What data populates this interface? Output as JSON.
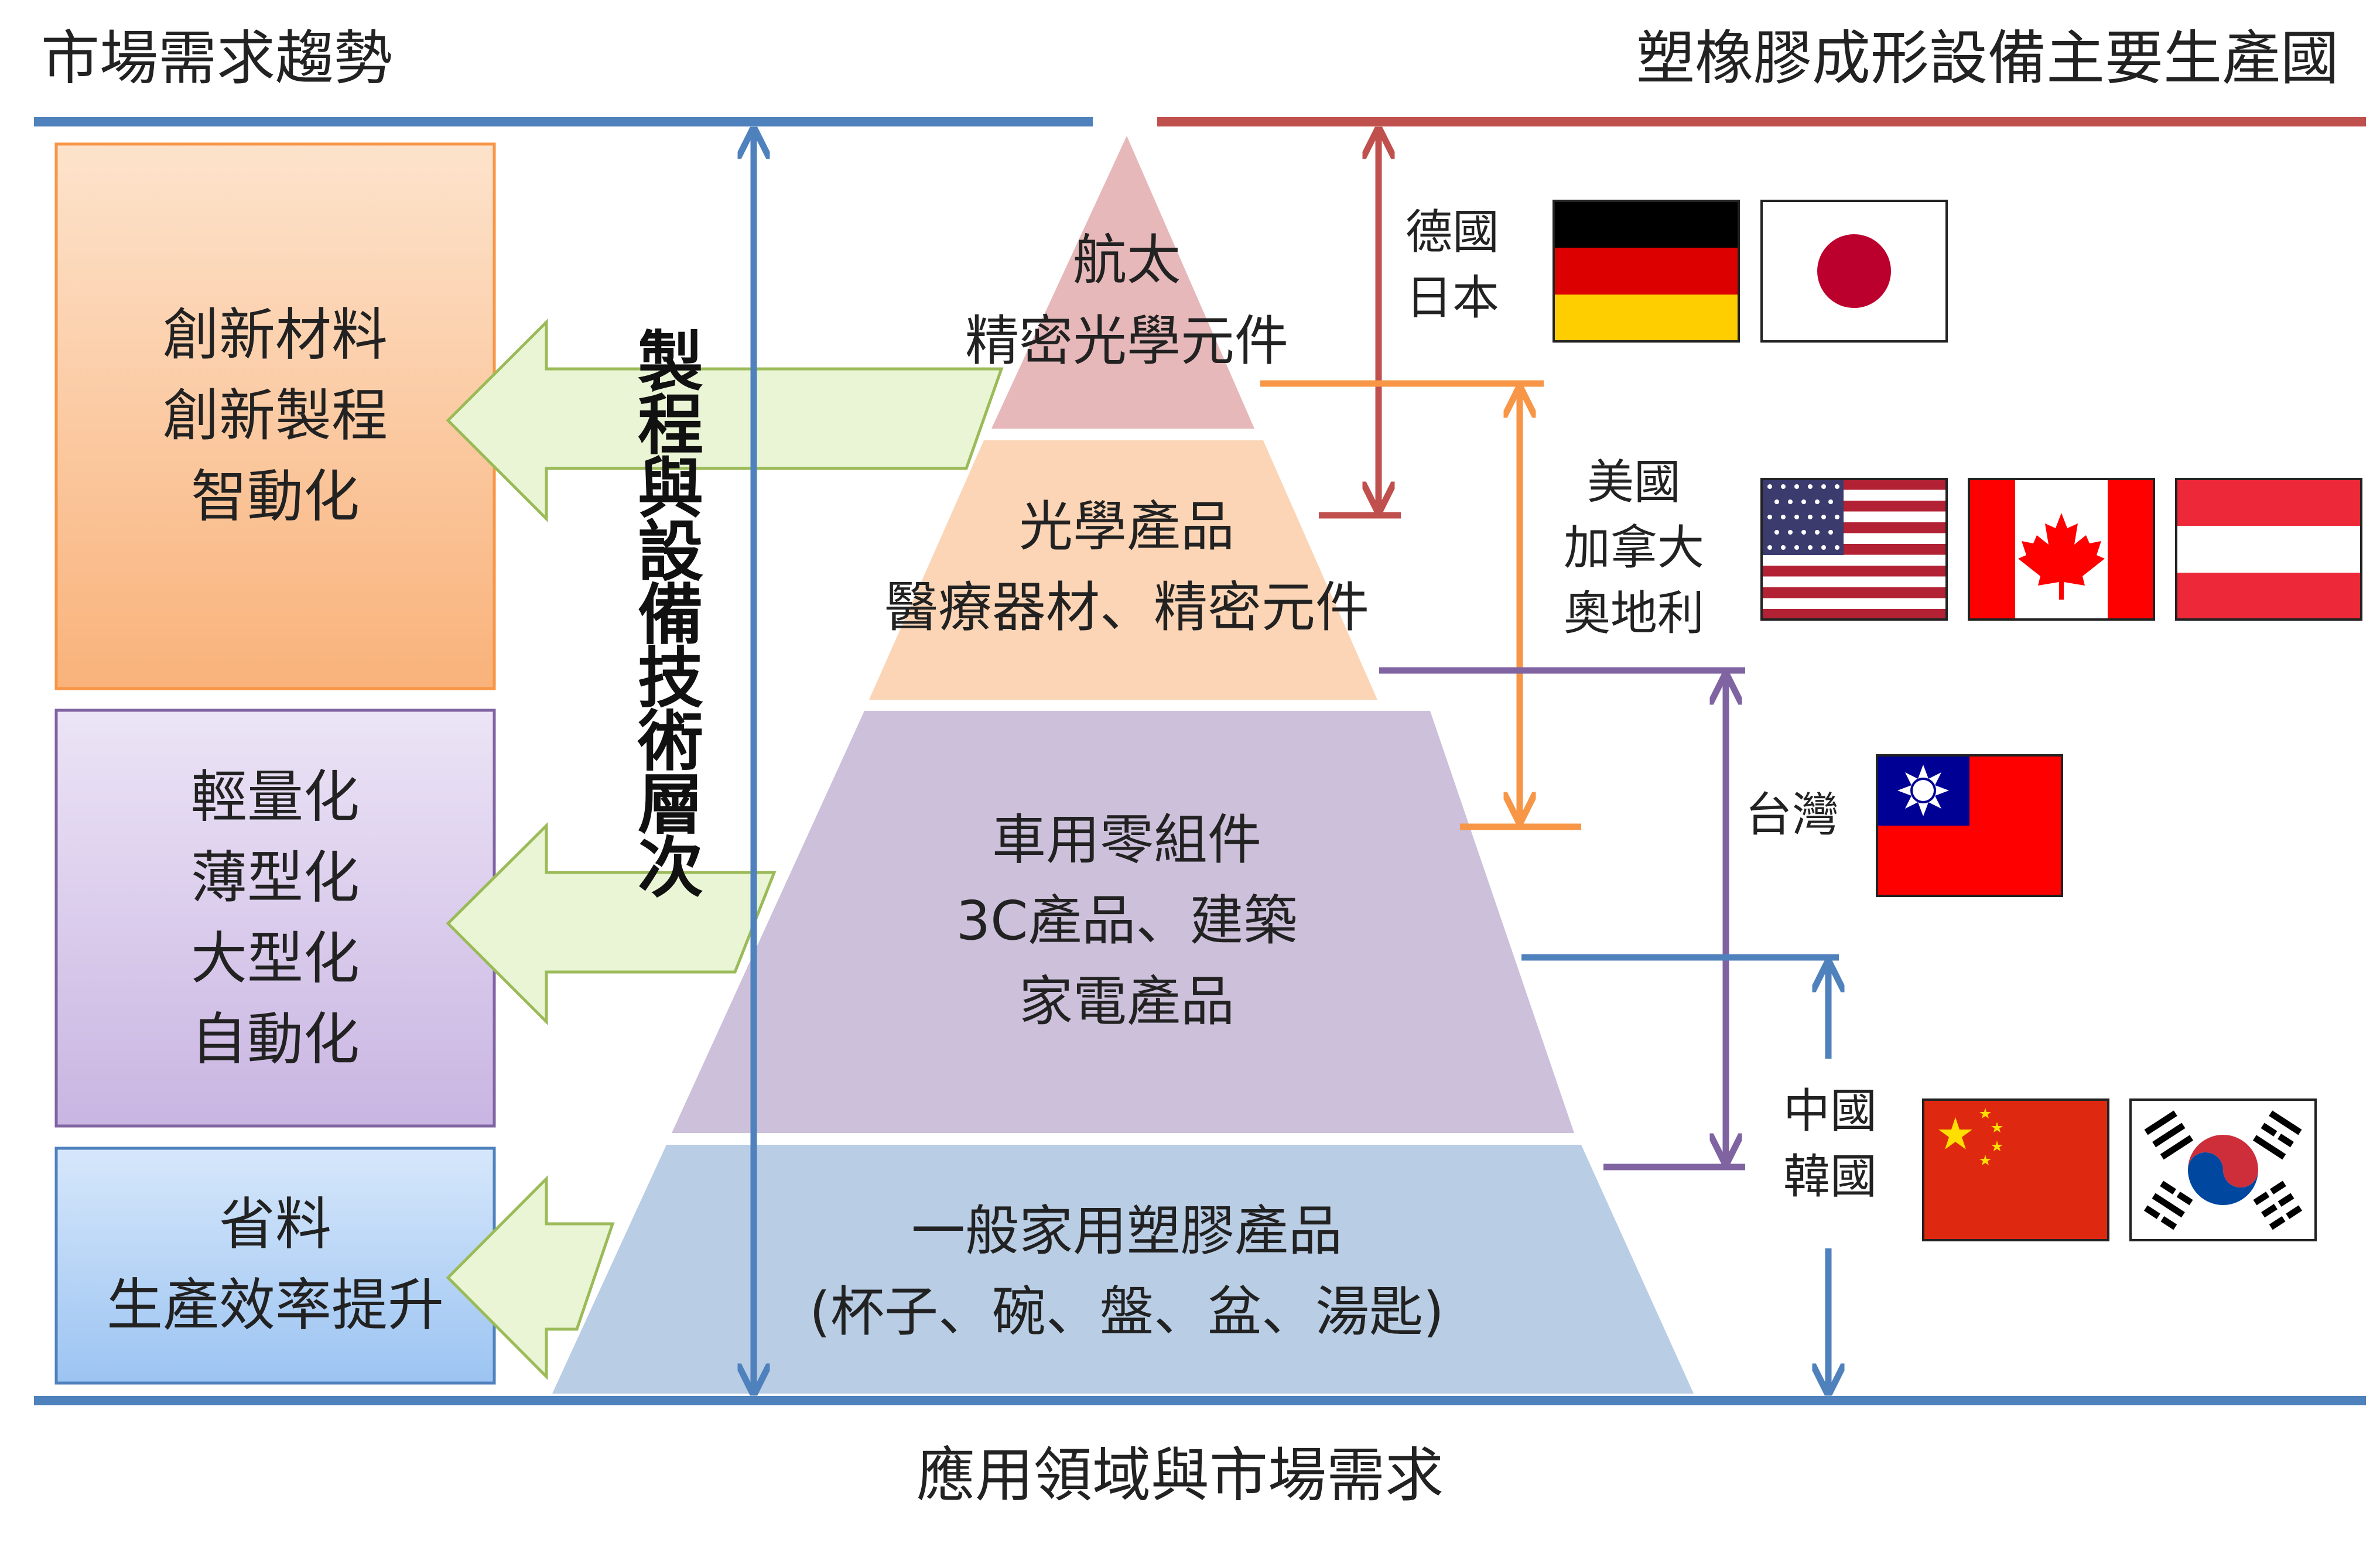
{
  "headings": {
    "left": "市場需求趨勢",
    "right": "塑橡膠成形設備主要生產國",
    "bottom": "應用領域與市場需求"
  },
  "vertical_label": [
    "製",
    "程",
    "與",
    "設",
    "備",
    "技",
    "術",
    "層",
    "次"
  ],
  "trend_boxes": [
    {
      "lines": [
        "創新材料",
        "創新製程",
        "智動化"
      ],
      "color": "#fbc79a"
    },
    {
      "lines": [
        "輕量化",
        "薄型化",
        "大型化",
        "自動化"
      ],
      "color": "#d8c8ec"
    },
    {
      "lines": [
        "省料",
        "生產效率提升"
      ],
      "color": "#b5d3f4"
    }
  ],
  "pyramid_levels": [
    {
      "lines": [
        "航太",
        "精密光學元件"
      ],
      "color": "#e6b8b9"
    },
    {
      "lines": [
        "光學產品",
        "醫療器材、精密元件"
      ],
      "color": "#fbd5b5"
    },
    {
      "lines": [
        "車用零組件",
        "3C產品、建築",
        "家電產品"
      ],
      "color": "#ccc0da"
    },
    {
      "lines": [
        "一般家用塑膠產品",
        "(杯子、碗、盤、盆、湯匙)"
      ],
      "color": "#b9cde5"
    }
  ],
  "country_groups": [
    {
      "lines": [
        "德國",
        "日本"
      ],
      "flags": [
        "germany-flag",
        "japan-flag"
      ],
      "color": "#c0504d"
    },
    {
      "lines": [
        "美國",
        "加拿大",
        "奧地利"
      ],
      "flags": [
        "usa-flag",
        "canada-flag",
        "austria-flag"
      ],
      "color": "#f79646"
    },
    {
      "lines": [
        "台灣"
      ],
      "flags": [
        "taiwan-flag"
      ],
      "color": "#8064a2"
    },
    {
      "lines": [
        "中國",
        "韓國"
      ],
      "flags": [
        "china-flag",
        "korea-flag"
      ],
      "color": "#4f81bd"
    }
  ],
  "colors": {
    "blue_line": "#4f81bd",
    "red_line": "#c0504d",
    "green_arrow_fill": "#eaf5d6",
    "green_arrow_stroke": "#9bbb59"
  }
}
